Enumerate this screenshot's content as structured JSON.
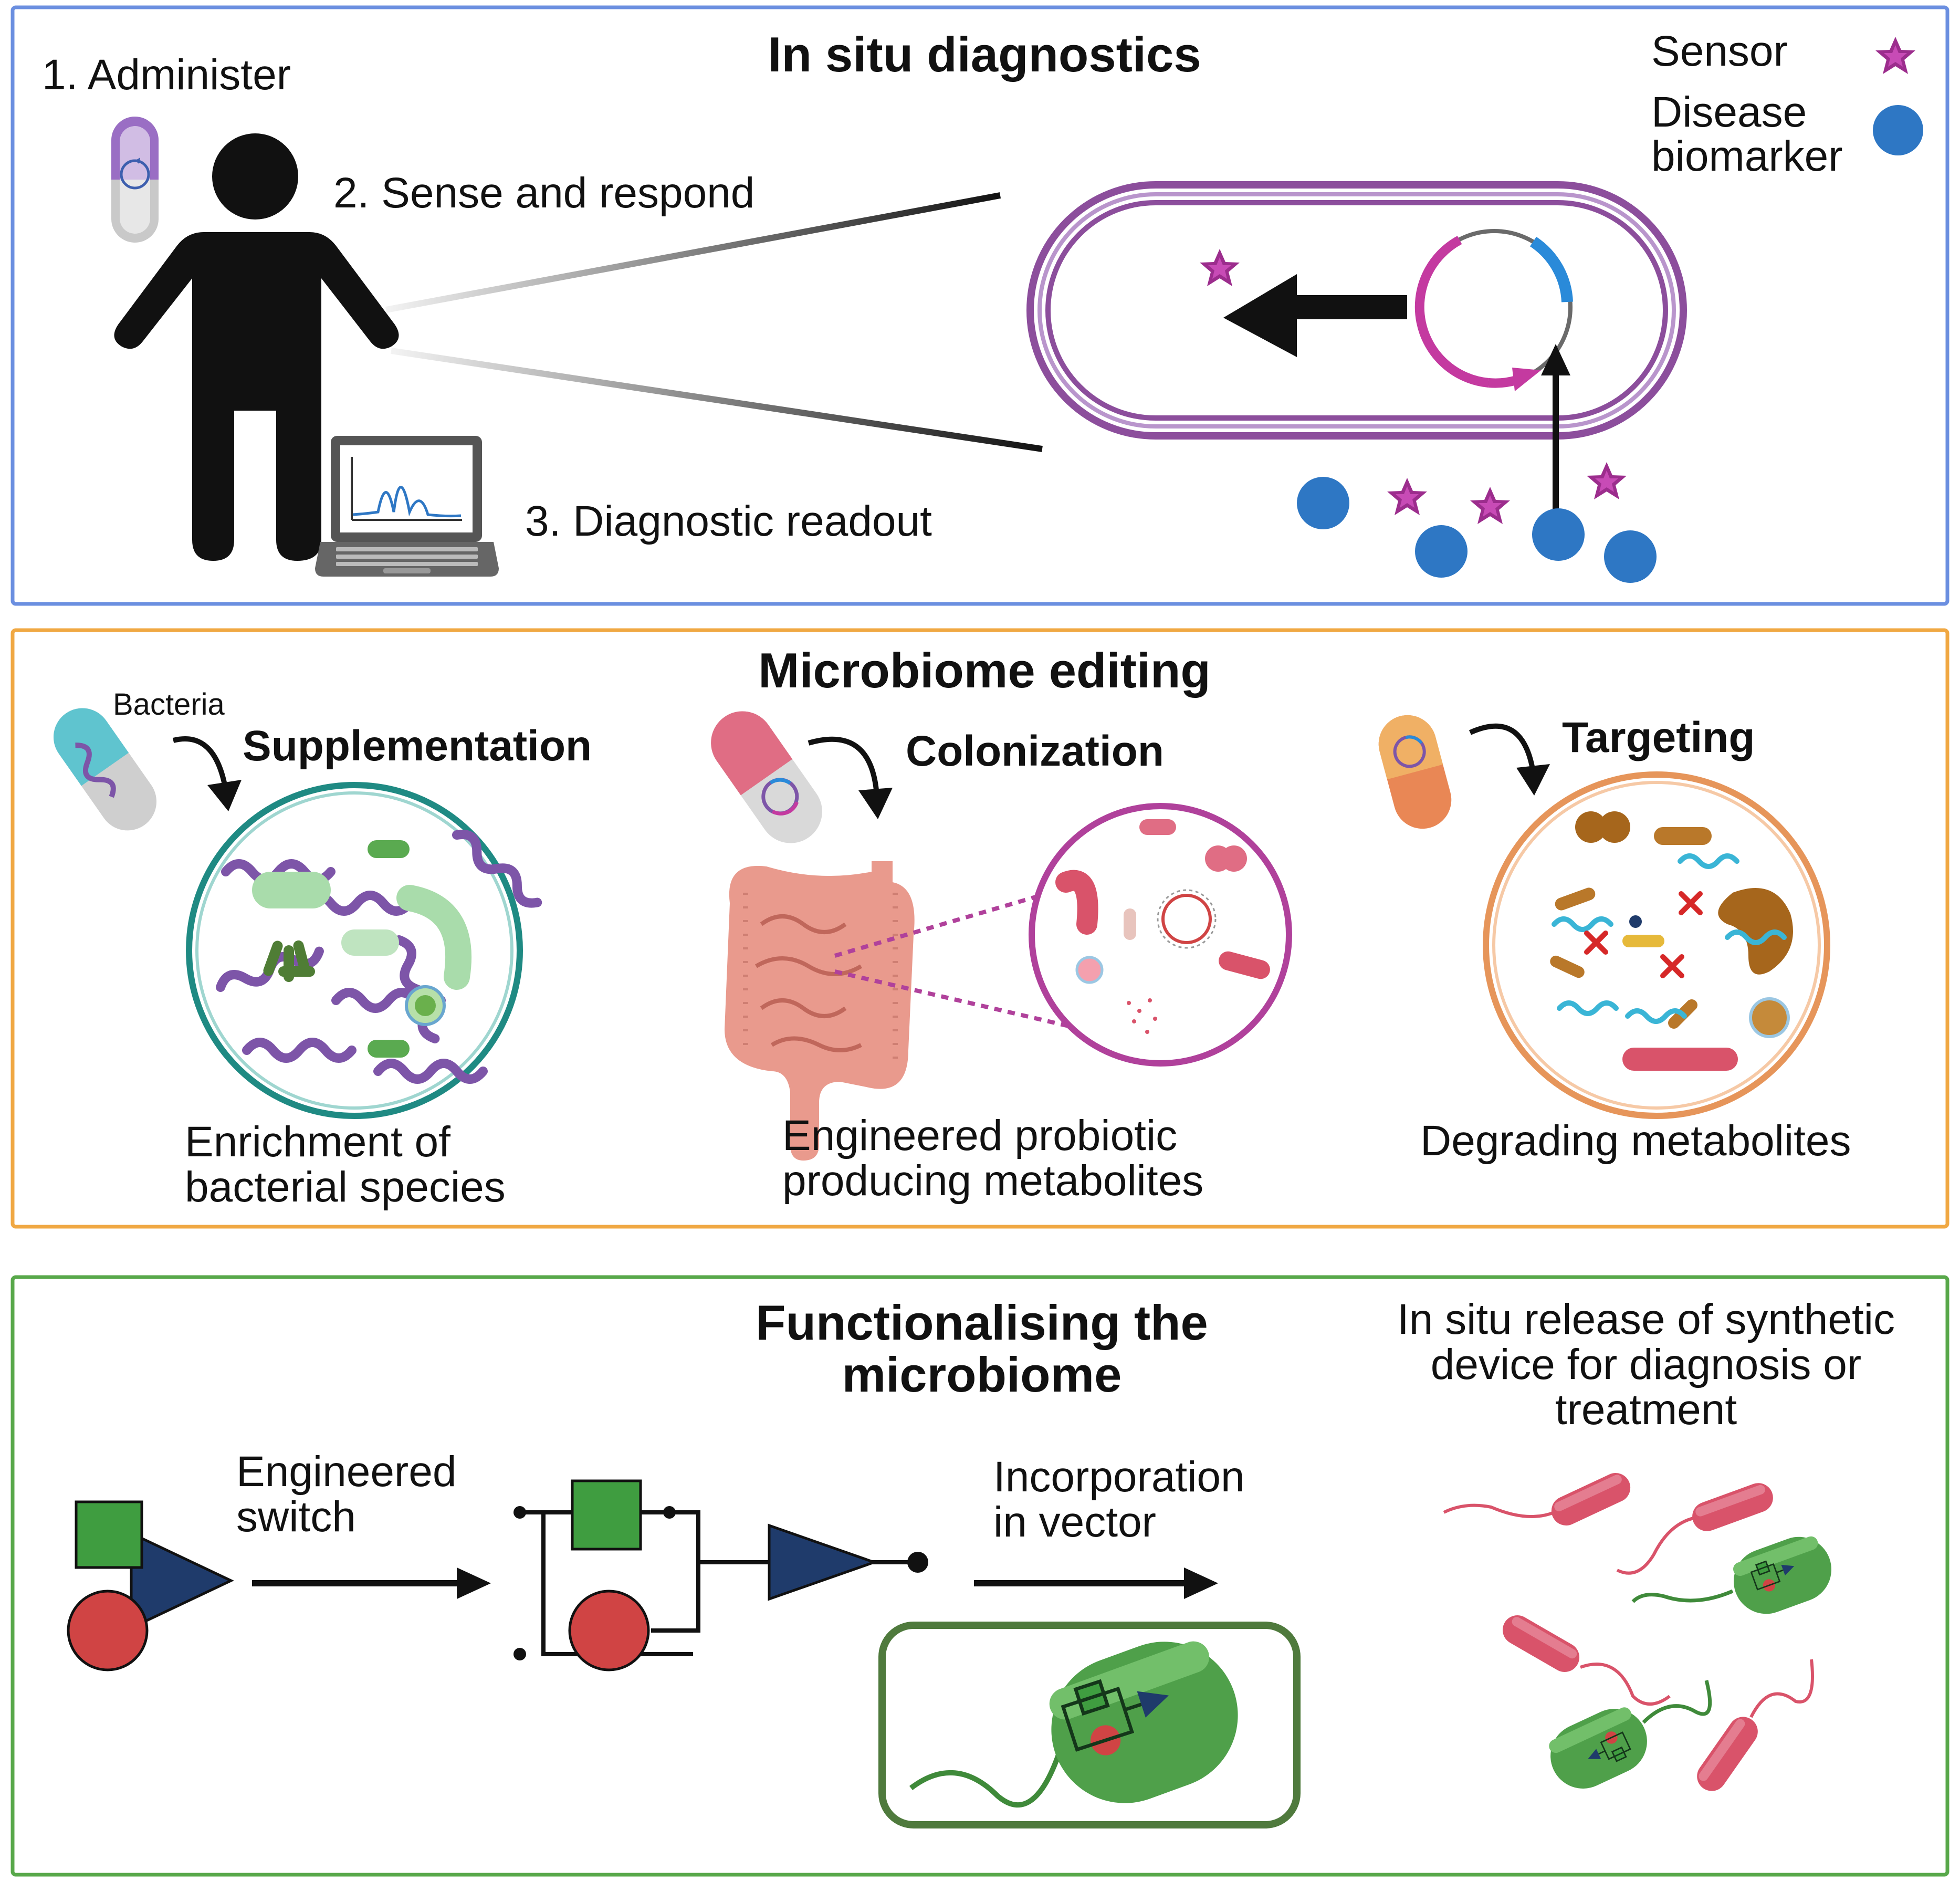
{
  "colors": {
    "panel1_border": "#6b8fe0",
    "panel2_border": "#f0a843",
    "panel3_border": "#58a84a",
    "sensor_star": "#9c2d8d",
    "biomarker_dot": "#2e77c4",
    "capsule_membrane": "#8c4e9c",
    "switch_square": "#3f9d40",
    "switch_circle": "#d04444",
    "switch_triangle": "#1f3b6b",
    "probiotic_red": "#d9536a",
    "colon": "#e99a8d",
    "supp_circle": "#1f8a83",
    "colon_circle": "#b0419b",
    "target_circle": "#e6955a"
  },
  "panel1": {
    "title": "In situ diagnostics",
    "step1": "1. Administer",
    "step2": "2. Sense and respond",
    "step3": "3. Diagnostic readout",
    "legend_sensor": "Sensor",
    "legend_biomarker": "Disease\nbiomarker",
    "icons": [
      "capsule-icon",
      "person-icon",
      "laptop-icon",
      "bacterium-cell-icon",
      "plasmid-icon",
      "star-icon",
      "dot-icon"
    ]
  },
  "panel2": {
    "title": "Microbiome editing",
    "bacteria_label": "Bacteria",
    "supplementation": "Supplementation",
    "colonization": "Colonization",
    "targeting": "Targeting",
    "supp_caption": "Enrichment of\nbacterial species",
    "colon_caption": "Engineered probiotic\nproducing metabolites",
    "target_caption": "Degrading metabolites",
    "icons": [
      "capsule-icon",
      "curved-arrow-icon",
      "intestine-icon",
      "bacteria-circle-icon",
      "cross-icon"
    ]
  },
  "panel3": {
    "title": "Functionalising the\nmicrobiome",
    "switch_label": "Engineered\nswitch",
    "vector_label": "Incorporation\nin vector",
    "release_label": "In situ release of synthetic\ndevice for diagnosis or\ntreatment",
    "icons": [
      "square-part-icon",
      "circle-part-icon",
      "triangle-part-icon",
      "circuit-icon",
      "engineered-bacterium-icon",
      "rod-bacterium-icon"
    ]
  }
}
